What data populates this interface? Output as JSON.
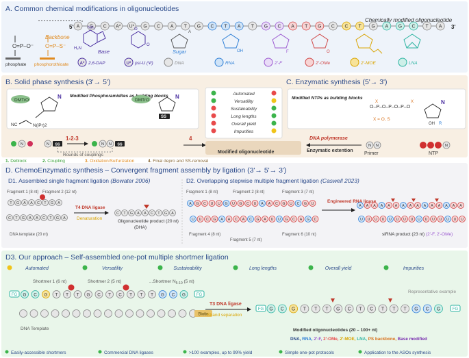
{
  "sectionA": {
    "title": "A. Common chemical modifications in oligonucleotides",
    "strand_label": "Chemically modified oligonucleotide",
    "five_prime": "5'",
    "three_prime": "3'",
    "strand": [
      {
        "b": "A",
        "k": "dna"
      },
      {
        "b": "G",
        "k": "dna"
      },
      {
        "b": "C",
        "k": "dna"
      },
      {
        "b": "A*",
        "k": "dna"
      },
      {
        "b": "U*",
        "k": "dna"
      },
      {
        "b": "G",
        "k": "dna"
      },
      {
        "b": "C",
        "k": "dna"
      },
      {
        "b": "A",
        "k": "dna"
      },
      {
        "b": "T",
        "k": "dna"
      },
      {
        "b": "G",
        "k": "dna"
      },
      {
        "b": "C",
        "k": "rna"
      },
      {
        "b": "T",
        "k": "rna"
      },
      {
        "b": "A",
        "k": "rna"
      },
      {
        "b": "T",
        "k": "dna"
      },
      {
        "b": "G",
        "k": "fluoro"
      },
      {
        "b": "C",
        "k": "fluoro"
      },
      {
        "b": "A",
        "k": "ome"
      },
      {
        "b": "T",
        "k": "ome"
      },
      {
        "b": "G",
        "k": "ome"
      },
      {
        "b": "C",
        "k": "dna"
      },
      {
        "b": "C",
        "k": "moe"
      },
      {
        "b": "T",
        "k": "moe"
      },
      {
        "b": "G",
        "k": "dna"
      },
      {
        "b": "A",
        "k": "lna"
      },
      {
        "b": "G",
        "k": "lna"
      },
      {
        "b": "C",
        "k": "lna"
      },
      {
        "b": "T",
        "k": "dna"
      },
      {
        "b": "A",
        "k": "dna"
      }
    ],
    "backbone_label": "Backbone",
    "base_label": "Base",
    "sugar_label": "Sugar",
    "phosphate_label": "phosphate",
    "phosphorothioate_label": "phosphorothioate",
    "legend": [
      {
        "sym": "A*",
        "text": "2,6-DAP",
        "kind": "dap"
      },
      {
        "sym": "U*",
        "text": "psi-U (Ψ)",
        "kind": "psi"
      },
      {
        "sym": "",
        "text": "DNA",
        "kind": "dna"
      },
      {
        "sym": "",
        "text": "RNA",
        "kind": "rna"
      },
      {
        "sym": "",
        "text": "2'-F",
        "kind": "fluoro"
      },
      {
        "sym": "",
        "text": "2'-OMe",
        "kind": "ome"
      },
      {
        "sym": "",
        "text": "2'-MOE",
        "kind": "moe"
      },
      {
        "sym": "",
        "text": "LNA",
        "kind": "lna"
      }
    ]
  },
  "sectionB": {
    "title": "B. Solid phase synthesis (3'→ 5')",
    "amidite_label": "Modified Phosphoramidites as building blocks",
    "dmtr": "DMTrO",
    "cne": "NC",
    "nipr": "N(iPr)2",
    "ss": "SS",
    "steps": "1-2-3",
    "step4": "4",
    "rounds": "Rounds of couplings",
    "legend": [
      {
        "n": "1.",
        "t": "Deblock",
        "color": "#3aa03a"
      },
      {
        "n": "2.",
        "t": "Coupling",
        "color": "#3aa03a"
      },
      {
        "n": "3.",
        "t": "Oxidation/Sulfurization",
        "color": "#e08a1e"
      },
      {
        "n": "4.",
        "t": "Final depro and SS-removal",
        "color": "#8a6a3a"
      }
    ]
  },
  "criteria": [
    {
      "name": "Automated",
      "left": "#3cb44b",
      "right": "#e84a4a"
    },
    {
      "name": "Versatility",
      "left": "#3cb44b",
      "right": "#f0c419"
    },
    {
      "name": "Sustainability",
      "left": "#e84a4a",
      "right": "#3cb44b"
    },
    {
      "name": "Long lengths",
      "left": "#e84a4a",
      "right": "#3cb44b"
    },
    {
      "name": "Overall yield",
      "left": "#e84a4a",
      "right": "#3cb44b"
    },
    {
      "name": "Impurities",
      "left": "#e84a4a",
      "right": "#f0c419"
    }
  ],
  "center_product": "Modified oligonucleotide",
  "sectionC": {
    "title": "C. Enzymatic synthesis (5'→ 3')",
    "ntp_label": "Modified NTPs as building blocks",
    "x_label": "X = O, S",
    "polymerase": "DNA polymerase",
    "extension": "Enzymatic extention",
    "primer": "Primer",
    "ntp": "NTP"
  },
  "sectionD": {
    "title": "D. ChemoEnzymatic synthesis – Convergent fragment assembly by ligation (3'→ 5'→ 3')",
    "d1_title": "D1. Assembled single fragment ligation",
    "d1_ref": "(Bowater 2006)",
    "frag1": "Fragment 1 (8 nt)",
    "frag2": "Fragment 2 (12 nt)",
    "ligase": "T4 DNA ligase",
    "denat": "Denaturation",
    "product1": "Oligonucleotide product (20 nt)",
    "product1b": "(DHA)",
    "template": "DNA template (20 nt)",
    "d2_title": "D2. Overlapping stepwise multiple fragment ligation",
    "d2_ref": "(Caswell 2023)",
    "d2_frag1": "Fragment 1 (8 nt)",
    "d2_frag2": "Fragment 2 (8 nt)",
    "d2_frag3": "Fragment 3 (7 nt)",
    "d2_frag4": "Fragment 4 (8 nt)",
    "d2_frag5": "Fragment 5 (7 nt)",
    "d2_frag6": "Fragment 6 (10 nt)",
    "rna_ligase": "Engineered RNA ligase",
    "sirna": "siRNA product (23 nt)",
    "sirna_mods": "(2'-F, 2'-OMe)"
  },
  "sectionD3": {
    "title": "D3. Our approach – Self-assembled one-pot multiple shortmer ligation",
    "criteria": [
      "Automated",
      "Versatility",
      "Sustainability",
      "Long lengths",
      "Overall yield",
      "Impurities"
    ],
    "criteria_colors": [
      "#f0c419",
      "#3cb44b",
      "#3cb44b",
      "#3cb44b",
      "#3cb44b",
      "#3cb44b"
    ],
    "shortmer1": "Shortmer 1 (6 nt)",
    "shortmer2": "Shortmer 2 (5 nt)",
    "shortmerN": "...Shortmer N",
    "shortmerN_sub": "5-10",
    "shortmerN_tail": "(5 nt)",
    "fg": "FG",
    "biotin": "Biotin",
    "template": "DNA Template",
    "ligase": "T3 DNA ligase",
    "strand_sep": "Strand separation",
    "rep": "Representative example",
    "product": "Modified oligonucleotides (20 – 100+ nt)",
    "seq": [
      "G",
      "C",
      "G",
      "T",
      "T",
      "T",
      "G",
      "C",
      "T",
      "C",
      "T",
      "T",
      "T",
      "G",
      "C",
      "G"
    ],
    "mods_list": [
      {
        "t": "DNA, ",
        "c": "#2b4a8a"
      },
      {
        "t": "RNA, ",
        "c": "#2e7fd6"
      },
      {
        "t": "2'-F, ",
        "c": "#9b59d0"
      },
      {
        "t": "2'-OMe, ",
        "c": "#e84a4a"
      },
      {
        "t": "2'-MOE, ",
        "c": "#d9a400"
      },
      {
        "t": "LNA, ",
        "c": "#2bb3a0"
      },
      {
        "t": "PS backbone, ",
        "c": "#d9731e"
      },
      {
        "t": "Base modified",
        "c": "#7a2fb0"
      }
    ],
    "features": [
      "Easily-accessible shortmers",
      "Commercial DNA ligases",
      ">100 examples, up to 99% yield",
      "Simple one-pot protocols",
      "Application to the ASOs synthesis"
    ]
  }
}
